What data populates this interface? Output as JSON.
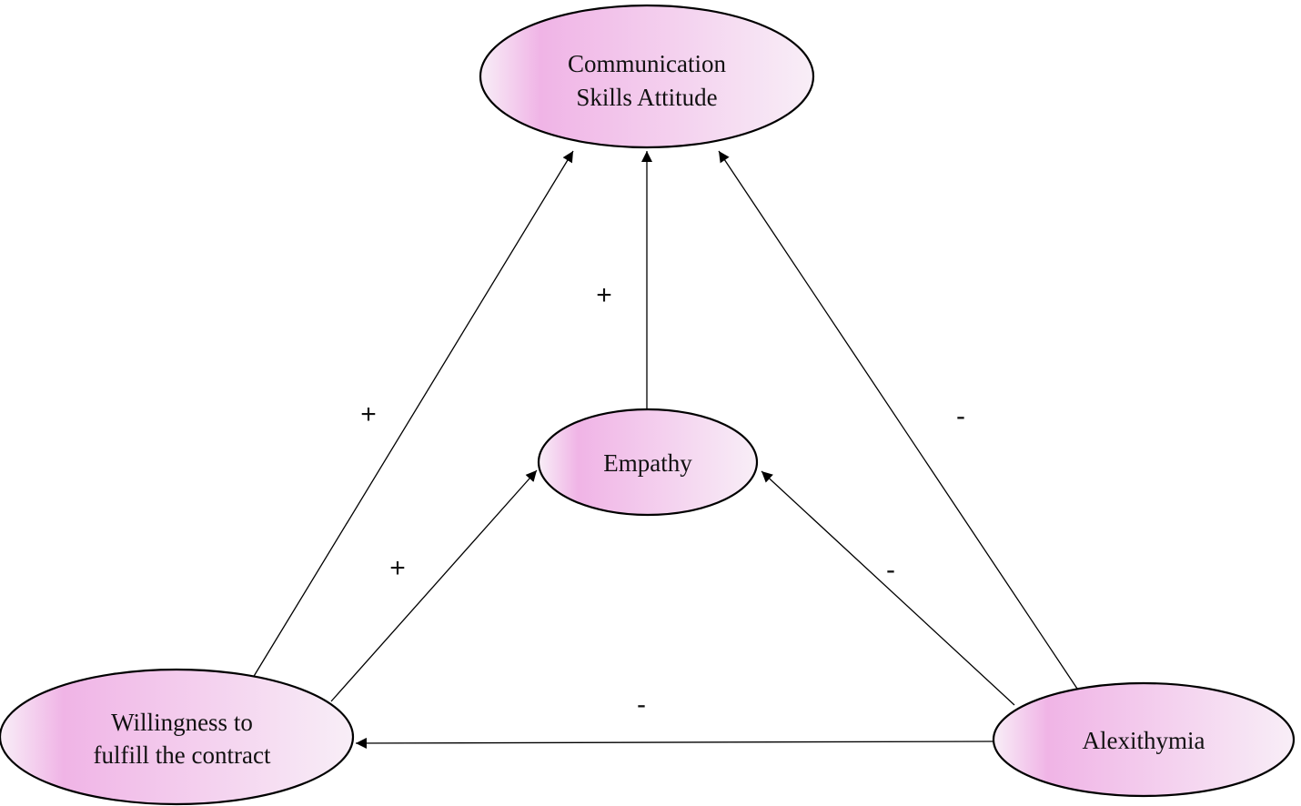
{
  "colors": {
    "node_fill_accent": "#f0b4e6",
    "node_fill_light": "#f8eef7",
    "stroke": "#000000",
    "text": "#111111"
  },
  "nodes": {
    "communication": {
      "lines": [
        "Communication",
        "Skills Attitude"
      ]
    },
    "empathy": {
      "lines": [
        "Empathy"
      ]
    },
    "willingness": {
      "lines": [
        "Willingness to",
        "fulfill the contract"
      ]
    },
    "alexithymia": {
      "lines": [
        "Alexithymia"
      ]
    }
  },
  "edges": [
    {
      "from": "willingness",
      "to": "communication",
      "sign": "+"
    },
    {
      "from": "empathy",
      "to": "communication",
      "sign": "+"
    },
    {
      "from": "alexithymia",
      "to": "communication",
      "sign": "-"
    },
    {
      "from": "willingness",
      "to": "empathy",
      "sign": "+"
    },
    {
      "from": "alexithymia",
      "to": "empathy",
      "sign": "-"
    },
    {
      "from": "alexithymia",
      "to": "willingness",
      "sign": "-"
    }
  ]
}
